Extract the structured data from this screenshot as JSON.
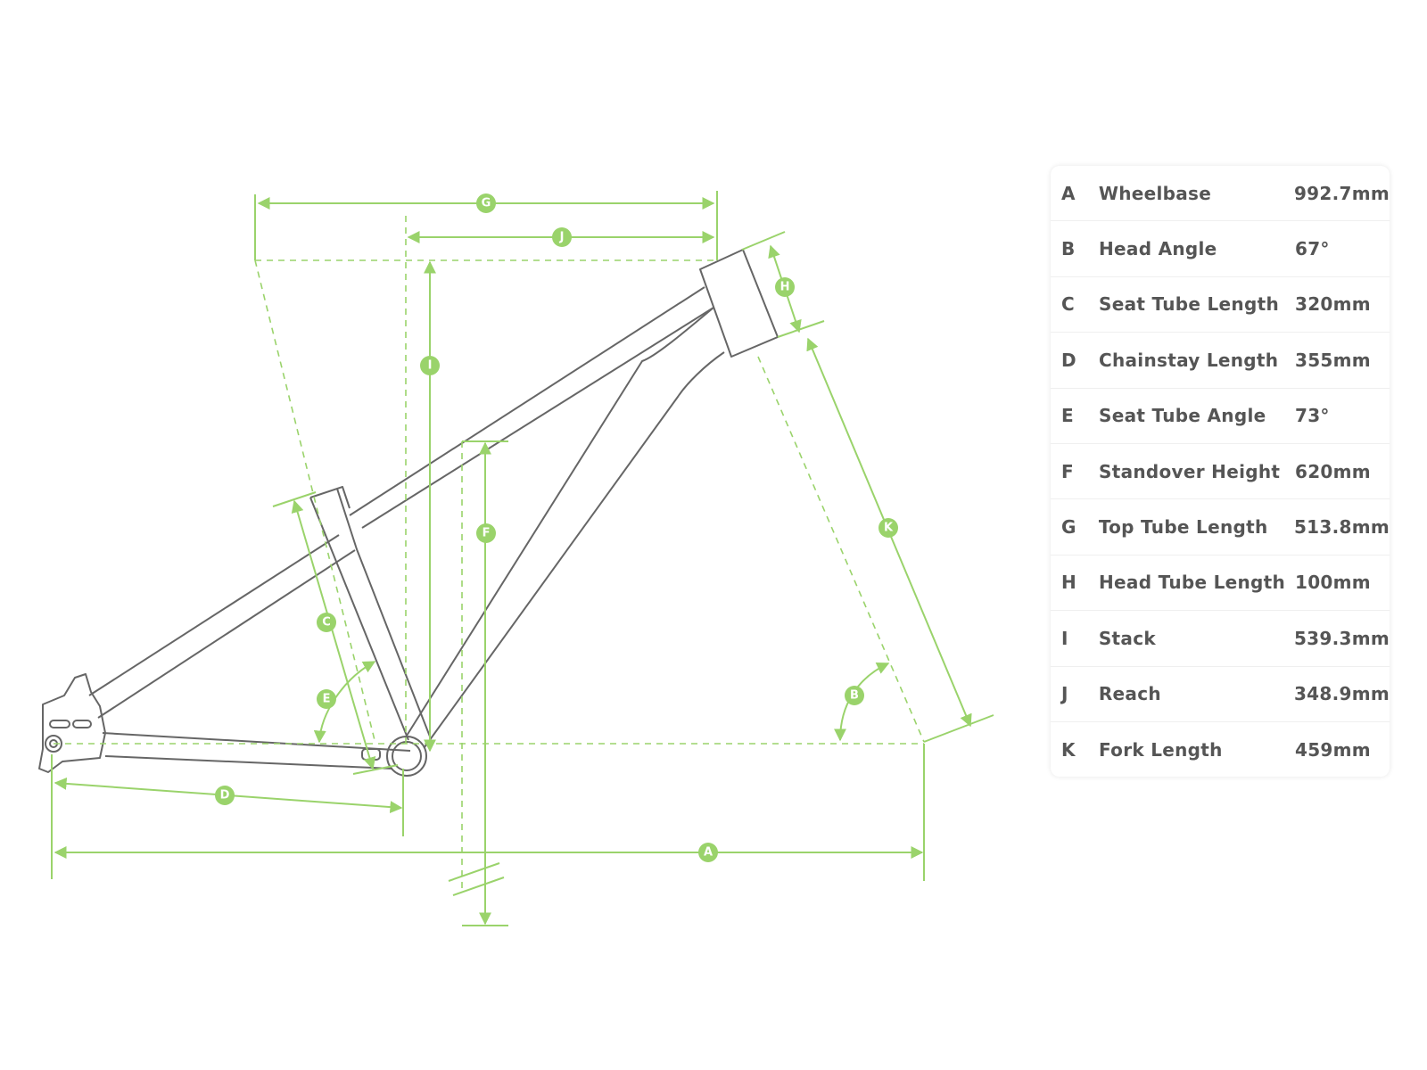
{
  "diagram": {
    "labels": {
      "A": "A",
      "B": "B",
      "C": "C",
      "D": "D",
      "E": "E",
      "F": "F",
      "G": "G",
      "H": "H",
      "I": "I",
      "J": "J",
      "K": "K"
    },
    "colors": {
      "accent": "#9ad36b",
      "frame": "#666666",
      "text": "#555555"
    }
  },
  "geometry": {
    "rows": [
      {
        "letter": "A",
        "name": "Wheelbase",
        "value": "992.7mm"
      },
      {
        "letter": "B",
        "name": "Head Angle",
        "value": "67°"
      },
      {
        "letter": "C",
        "name": "Seat Tube Length",
        "value": "320mm"
      },
      {
        "letter": "D",
        "name": "Chainstay Length",
        "value": "355mm"
      },
      {
        "letter": "E",
        "name": "Seat Tube Angle",
        "value": "73°"
      },
      {
        "letter": "F",
        "name": "Standover Height",
        "value": "620mm"
      },
      {
        "letter": "G",
        "name": "Top Tube Length",
        "value": "513.8mm"
      },
      {
        "letter": "H",
        "name": "Head Tube Length",
        "value": "100mm"
      },
      {
        "letter": "I",
        "name": "Stack",
        "value": "539.3mm"
      },
      {
        "letter": "J",
        "name": "Reach",
        "value": "348.9mm"
      },
      {
        "letter": "K",
        "name": "Fork Length",
        "value": "459mm"
      }
    ]
  }
}
